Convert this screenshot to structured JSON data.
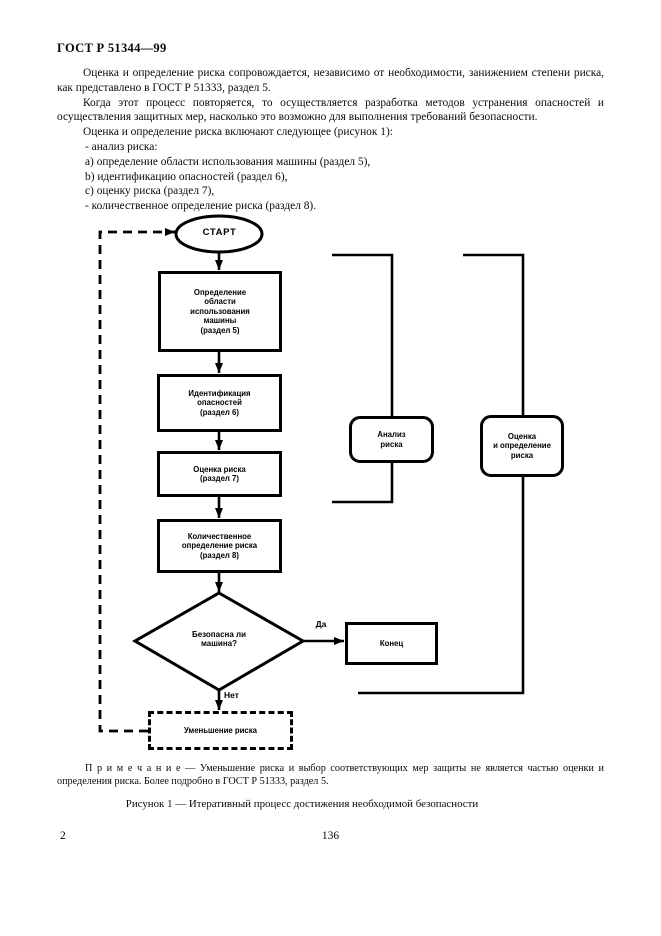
{
  "page": {
    "header": "ГОСТ Р 51344—99",
    "page_number_left": "2",
    "page_number_center": "136"
  },
  "body": {
    "paragraphs": [
      "Оценка и определение риска сопровождается, независимо от необходимости, занижением степени риска, как представлено в ГОСТ Р 51333, раздел 5.",
      "Когда этот процесс повторяется, то осуществляется разработка методов устранения опасностей и осуществления защитных мер, насколько это возможно для выполнения требований безопасности.",
      "Оценка и определение риска включают следующее (рисунок 1):"
    ],
    "list_items": [
      "-  анализ риска:",
      "a)  определение области использования машины (раздел 5),",
      "b)  идентификацию опасностей (раздел 6),",
      "c)  оценку риска (раздел 7),",
      "-  количественное определение риска (раздел 8)."
    ],
    "note": "П р и м е ч а н и е — Уменьшение риска и выбор соответствующих мер защиты не является частью оценки и определения риска. Более подробно в ГОСТ Р 51333, раздел 5.",
    "caption": "Рисунок 1 — Итеративный процесс достижения необходимой безопасности"
  },
  "flowchart": {
    "start_label": "СТАРТ",
    "box1": "Определение\nобласти\nиспользования\nмашины\n(раздел 5)",
    "box2": "Идентификация\nопасностей\n(раздел 6)",
    "box3": "Оценка риска\n(раздел 7)",
    "box4": "Количественное\nопределение риска\n(раздел 8)",
    "decision": "Безопасна ли\nмашина?",
    "yes_label": "Да",
    "no_label": "Нет",
    "end_label": "Конец",
    "reduce_label": "Уменьшение риска",
    "bracket_analysis": "Анализ\nриска",
    "bracket_assessment": "Оценка\nи определение\nриска",
    "line_color": "#000000"
  }
}
